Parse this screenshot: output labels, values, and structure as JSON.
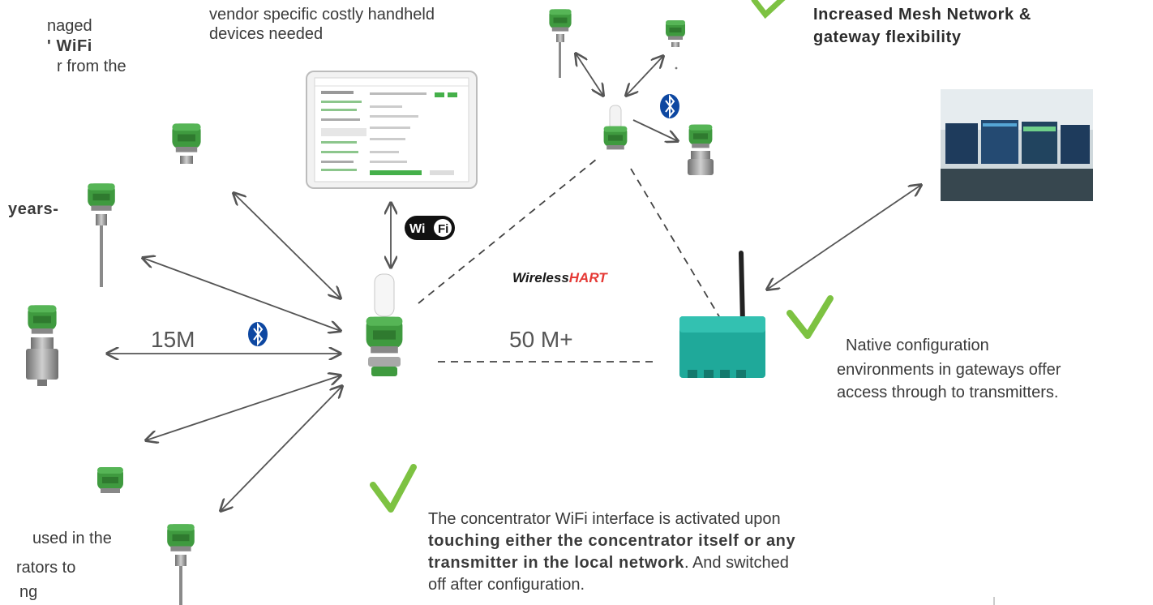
{
  "texts": {
    "top_left_1": "naged",
    "top_left_2": "' WiFi",
    "top_left_3": "r  from  the",
    "years": "years-",
    "vendor_1": "vendor  specific costly handheld",
    "vendor_2": "devices needed",
    "mesh_1": "Increased Mesh Network &",
    "mesh_2": "gateway flexibility",
    "range_bt": "15M",
    "range_wh": "50 M+",
    "wirelesshart_a": "Wireless",
    "wirelesshart_b": "HART",
    "wifi_logo": "Wi Fi",
    "native_1": "Native configuration",
    "native_2": "environments  in gateways offer",
    "native_3": "access through to transmitters.",
    "conc_1": "The concentrator WiFi interface is activated upon",
    "conc_2a": "touching either the concentrator itself or any",
    "conc_3a": "transmitter in the local network",
    "conc_3b": ". And switched",
    "conc_4": "off after configuration.",
    "bottom_left_1": "used in the",
    "bottom_left_2": "rators to",
    "bottom_left_3": "ng"
  },
  "colors": {
    "check": "#7dc242",
    "device_green": "#3a8f3a",
    "arrow": "#555555",
    "bt_blue": "#0d47a1",
    "hart_red": "#e53935",
    "gateway_teal": "#1fa99a"
  },
  "icons": [
    "check-icon",
    "bluetooth-icon",
    "wifi-logo-icon",
    "transmitter-icon",
    "gateway-icon",
    "tablet-icon",
    "control-room-photo"
  ]
}
